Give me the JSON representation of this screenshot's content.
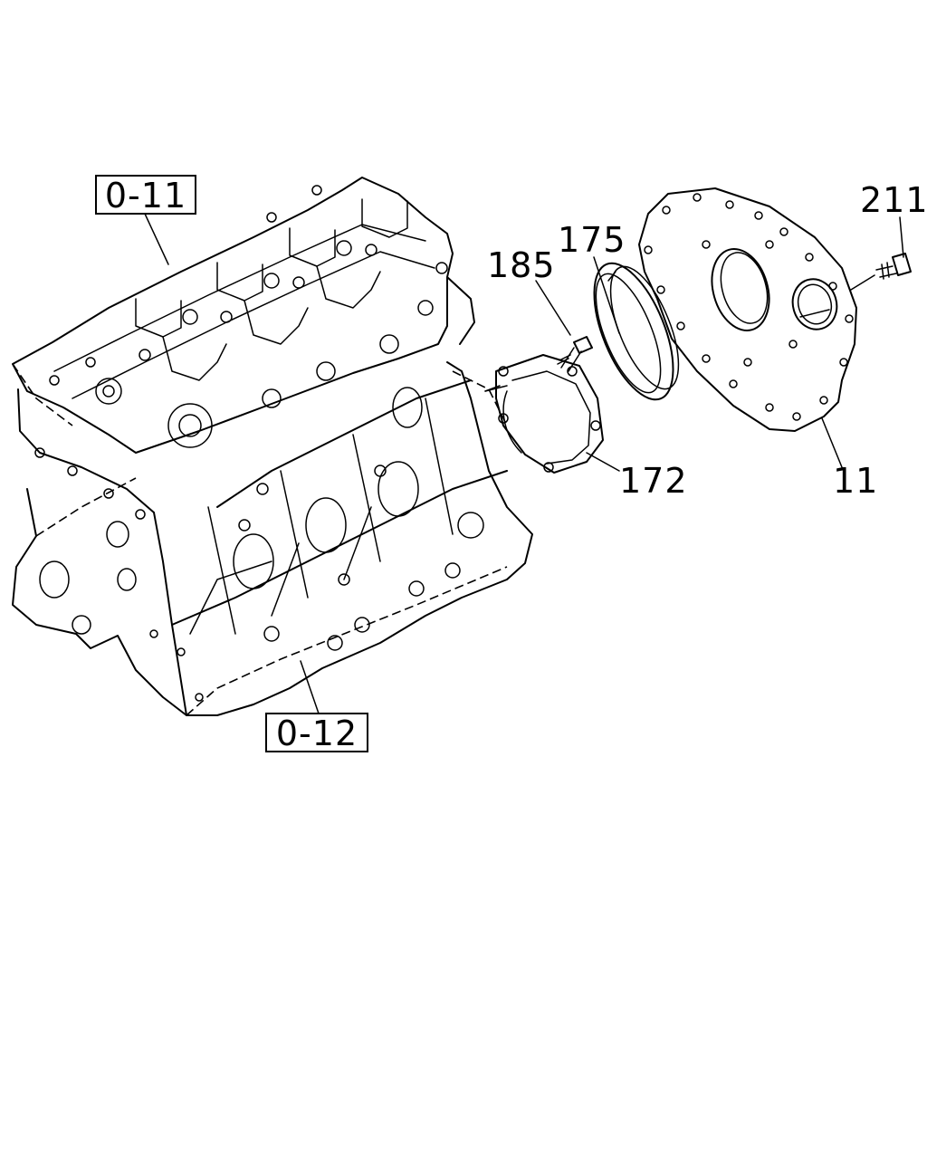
{
  "references": {
    "upper": "0-11",
    "lower": "0-12"
  },
  "callouts": {
    "p185": "185",
    "p175": "175",
    "p172": "172",
    "p211": "211",
    "p11": "11"
  }
}
